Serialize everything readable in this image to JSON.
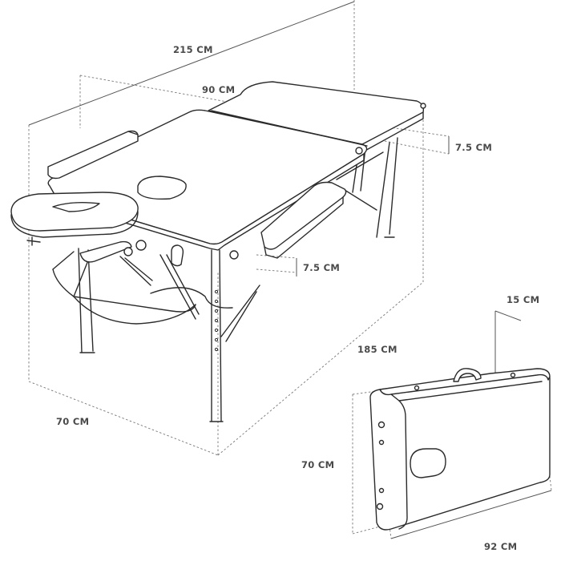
{
  "dimensions": {
    "length_open": "215 CM",
    "head_section": "90 CM",
    "height_max": "7.5 CM",
    "height_armrest": "7.5 CM",
    "table_length": "185 CM",
    "width_open": "70 CM",
    "folded_thickness": "15 CM",
    "folded_height": "70 CM",
    "folded_width": "92 CM"
  }
}
